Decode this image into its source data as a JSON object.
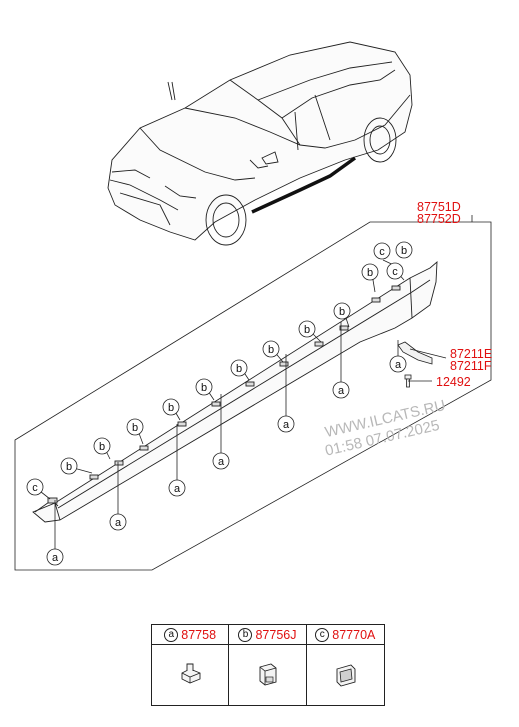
{
  "part_numbers": {
    "sill_upper": "87751D",
    "sill_lower": "87752D",
    "bracket_upper": "87211E",
    "bracket_lower": "87211F",
    "screw": "12492"
  },
  "watermark": {
    "line1": "WWW.ILCATS.RU",
    "line2": "01:58 07.07.2025"
  },
  "callout_letters": {
    "a": "a",
    "b": "b",
    "c": "c"
  },
  "legend": [
    {
      "letter": "a",
      "part": "87758"
    },
    {
      "letter": "b",
      "part": "87756J"
    },
    {
      "letter": "c",
      "part": "87770A"
    }
  ]
}
